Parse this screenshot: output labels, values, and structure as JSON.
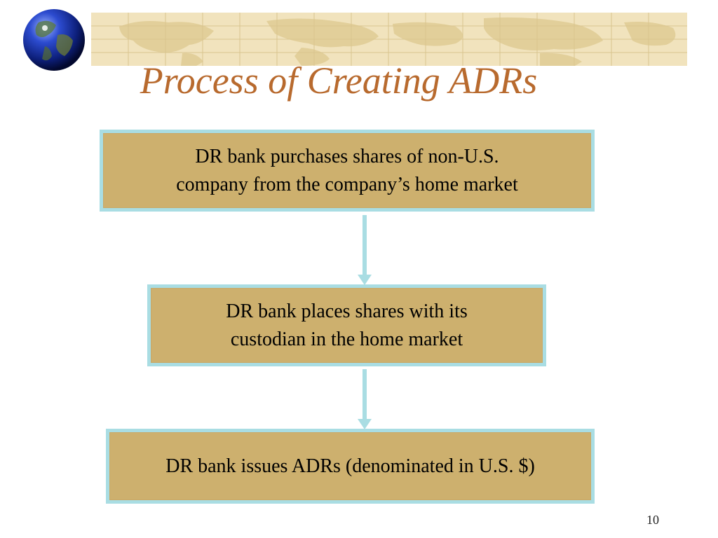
{
  "slide": {
    "title": "Process of Creating ADRs",
    "page_number": "10"
  },
  "diagram": {
    "type": "flowchart",
    "steps": [
      {
        "line1": "DR bank purchases shares of non-U.S.",
        "line2": "company from the company’s home market"
      },
      {
        "line1": "DR bank places shares with its",
        "line2": "custodian in the home market"
      },
      {
        "line1": "DR bank issues ADRs (denominated in U.S. $)",
        "line2": ""
      }
    ],
    "colors": {
      "box_fill": "#cdb06e",
      "box_border": "#a9dde3",
      "arrow": "#a9dde3",
      "title": "#b86a2e"
    }
  },
  "decorations": {
    "banner_icon": "world-map-grid-banner",
    "logo_icon": "globe-icon"
  }
}
